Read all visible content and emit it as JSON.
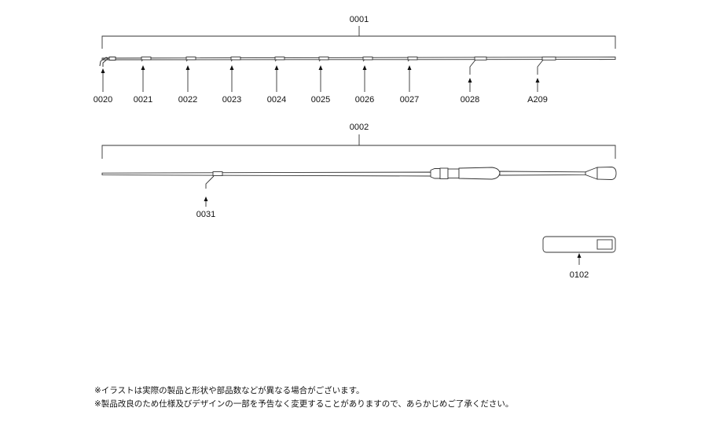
{
  "assembly_1": {
    "label": "0001",
    "parts": [
      "0020",
      "0021",
      "0022",
      "0023",
      "0024",
      "0025",
      "0026",
      "0027",
      "0028",
      "A209"
    ]
  },
  "assembly_2": {
    "label": "0002",
    "parts": [
      "0031"
    ]
  },
  "accessory": {
    "label": "0102"
  },
  "notes": [
    "※イラストは実際の製品と形状や部品数などが異なる場合がございます。",
    "※製品改良のため仕様及びデザインの一部を予告なく変更することがありますので、あらかじめご了承ください。"
  ]
}
